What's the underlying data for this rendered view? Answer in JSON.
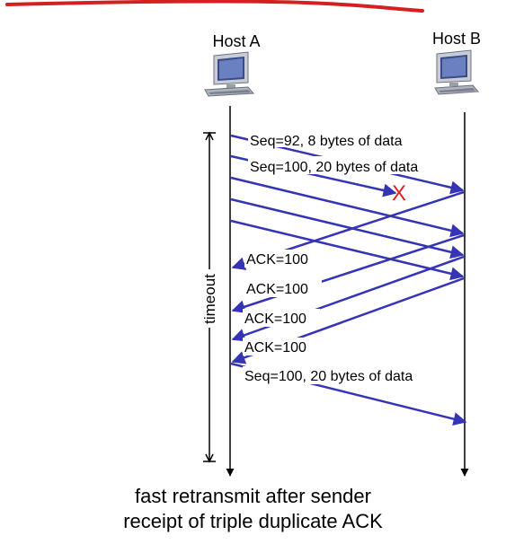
{
  "hosts": {
    "a": "Host A",
    "b": "Host B"
  },
  "timeout_label": "timeout",
  "messages": {
    "seq92": "Seq=92, 8 bytes of data",
    "seq100": "Seq=100, 20 bytes of data",
    "ack1": "ACK=100",
    "ack2": "ACK=100",
    "ack3": "ACK=100",
    "ack4": "ACK=100",
    "retransmit": "Seq=100, 20 bytes of data"
  },
  "loss_marker": "X",
  "caption": {
    "line1": "fast retransmit after sender",
    "line2": "receipt of triple duplicate ACK"
  },
  "colors": {
    "arrow": "#3434b4",
    "accent": "#d42020",
    "loss": "#e02020"
  }
}
